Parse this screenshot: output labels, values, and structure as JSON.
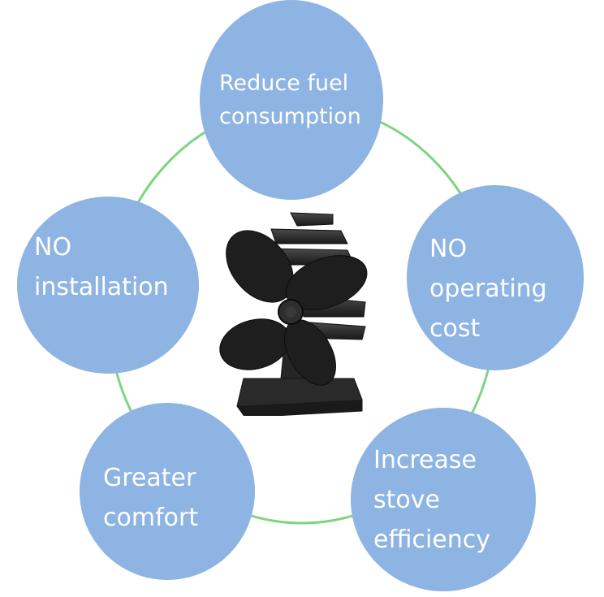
{
  "benefits": [
    {
      "lines": [
        "Reduce fuel",
        "consumption"
      ]
    },
    {
      "lines": [
        "NO",
        "installation"
      ]
    },
    {
      "lines": [
        "NO",
        "operating",
        "cost"
      ]
    },
    {
      "lines": [
        "Greater",
        "comfort"
      ]
    },
    {
      "lines": [
        "Increase",
        "stove",
        "efficiency"
      ]
    }
  ],
  "colors": {
    "bubble_fill": "#8eb4e3",
    "text": "#ffffff",
    "ring": "#7fd47f",
    "fan": "#1e1e1e"
  },
  "center_image": "stove-fan-four-blades"
}
